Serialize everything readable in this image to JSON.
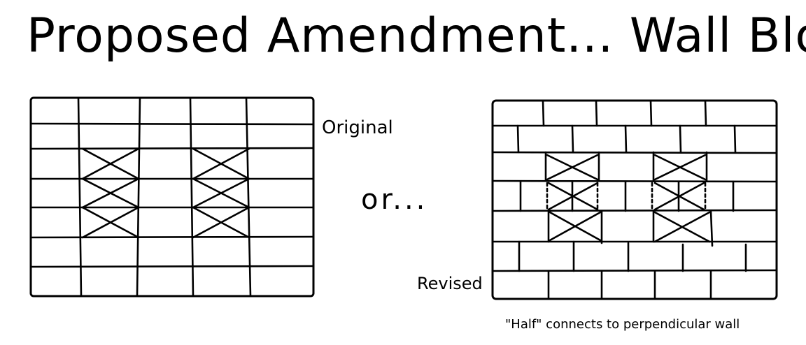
{
  "title": "Proposed Amendment... Wall Block Pattern",
  "labels": {
    "original": "Original",
    "or": "or...",
    "revised": "Revised",
    "half_note": "\"Half\" connects to perpendicular wall"
  },
  "colors": {
    "ink": "#000000",
    "background": "#ffffff"
  }
}
